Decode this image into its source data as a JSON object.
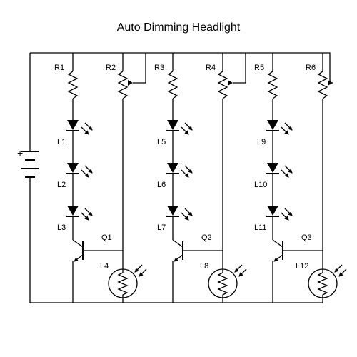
{
  "title": "Auto Dimming Headlight",
  "battery": {
    "plus_label": "+"
  },
  "channels": [
    {
      "fixed_resistor": "R1",
      "potentiometer": "R2",
      "leds": [
        "L1",
        "L2",
        "L3"
      ],
      "transistor": "Q1",
      "ldr": "L4"
    },
    {
      "fixed_resistor": "R3",
      "potentiometer": "R4",
      "leds": [
        "L5",
        "L6",
        "L7"
      ],
      "transistor": "Q2",
      "ldr": "L8"
    },
    {
      "fixed_resistor": "R5",
      "potentiometer": "R6",
      "leds": [
        "L9",
        "L10",
        "L11"
      ],
      "transistor": "Q3",
      "ldr": "L12"
    }
  ]
}
